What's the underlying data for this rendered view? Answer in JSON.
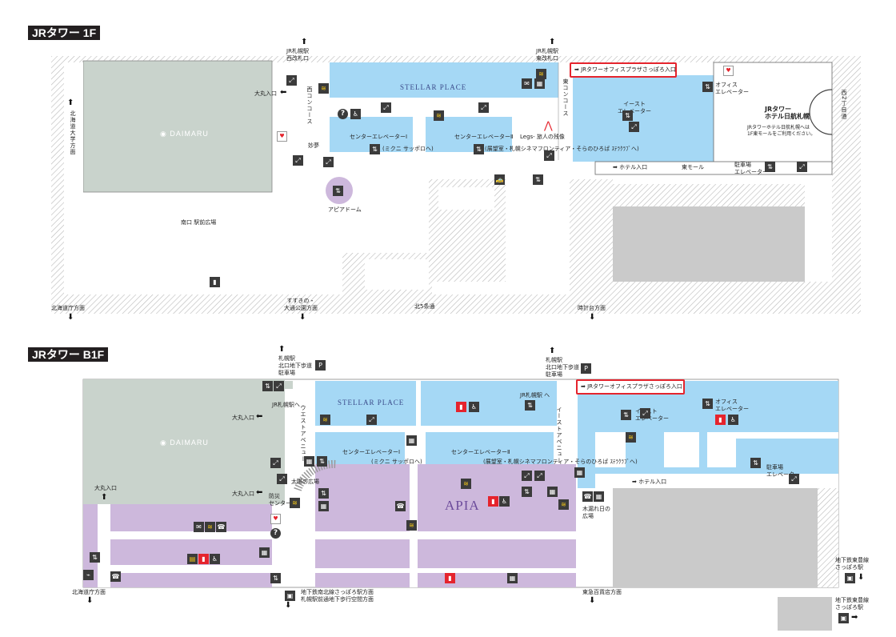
{
  "floor1": {
    "tag": "JRタワー 1F",
    "entrance_highlight": "JRタワーオフィスプラザさっぽろ入口",
    "stellar": "STELLAR PLACE",
    "daimaru": "◉ DAIMARU",
    "labels": {
      "west_gate": "JR札幌駅\n西改札口",
      "east_gate": "JR札幌駅\n東改札口",
      "daimaru_entrance": "大丸入口",
      "west_concourse": "西コンコース",
      "east_concourse": "東コンコース",
      "hokkaido_univ": "北海道大学方面",
      "myomu": "妙夢",
      "center_elev1": "センターエレベーターⅠ",
      "center_elev1_sub": "(ミクニ サッポロへ)",
      "center_elev2": "センターエレベーターⅡ",
      "center_elev2_sub": "(展望室・札幌シネマフロンティア・そらのひろば ｽﾃﾗｸﾗﾌﾞへ)",
      "legs": "Legs- 旅人の残像",
      "east_elev": "イースト\nエレベーター",
      "office_elev": "オフィス\nエレベーター",
      "jr_tower_hotel": "JRタワー\nホテル日航札幌",
      "hotel_note": "JRタワーホテル日航札幌へは\n1F東モールをご利用ください。",
      "hotel_entrance": "ホテル入口",
      "east_mall": "東モール",
      "parking_elev": "駐車場\nエレベーター",
      "nishi2": "西2丁目通",
      "apia_dome": "アピアドーム",
      "south_plaza": "南口 駅前広場",
      "gov_office": "北海道庁方面",
      "susukino": "すすきの・\n大通公園方面",
      "kita5": "北5条通",
      "clock_tower": "時計台方面"
    }
  },
  "floorB1": {
    "tag": "JRタワー B1F",
    "entrance_highlight": "JRタワーオフィスプラザさっぽろ入口",
    "stellar": "STELLAR PLACE",
    "daimaru": "◉ DAIMARU",
    "apia": "APIA",
    "labels": {
      "north_ug_w": "札幌駅\n北口地下歩道\n駐車場",
      "north_ug_e": "札幌駅\n北口地下歩道\n駐車場",
      "to_jr_w": "JR札幌駅へ",
      "to_jr_e": "JR札幌駅 へ",
      "daimaru_entrance1": "大丸入口",
      "daimaru_entrance2": "大丸入口",
      "daimaru_entrance3": "大丸入口",
      "west_avenue": "ウエストアベニュー",
      "east_avenue": "イーストアベニュー",
      "center_elev1": "センターエレベーターⅠ",
      "center_elev1_sub": "(ミクニ サッポロへ)",
      "center_elev2": "センターエレベーターⅡ",
      "center_elev2_sub": "(展望室・札幌シネマフロンティア・そらのひろば ｽﾃﾗｸﾗﾌﾞへ)",
      "east_elev": "イースト\nエレベーター",
      "office_elev": "オフィス\nエレベーター",
      "parking_elev": "駐車場\nエレベーター",
      "hotel_entrance": "ホテル入口",
      "sun_plaza": "太陽の広場",
      "disaster_center": "防災\nセンター",
      "komorebi": "木漏れ日の\n広場",
      "gov_office": "北海道庁方面",
      "subway_namboku": "地下鉄南北線さっぽろ駅方面\n札幌駅前通地下歩行空間方面",
      "tokyu": "東急百貨店方面",
      "toho1": "地下鉄東豊線\nさっぽろ駅",
      "toho2": "地下鉄東豊線\nさっぽろ駅"
    }
  },
  "icons": {
    "wifi": "wifi-icon",
    "escalator": "escalator-icon",
    "elevator": "elevator-icon",
    "restroom": "restroom-icon",
    "aed": "aed-icon",
    "info": "info-icon",
    "parking": "parking-icon",
    "phone": "phone-icon",
    "taxi": "taxi-icon",
    "locker": "locker-icon"
  },
  "colors": {
    "stellar": "#a5d8f5",
    "daimaru": "#c9d3cc",
    "apia": "#cdb8dc",
    "building_gray": "#cacaca",
    "highlight": "#e5242d",
    "hatch": "#bdbdbd"
  }
}
